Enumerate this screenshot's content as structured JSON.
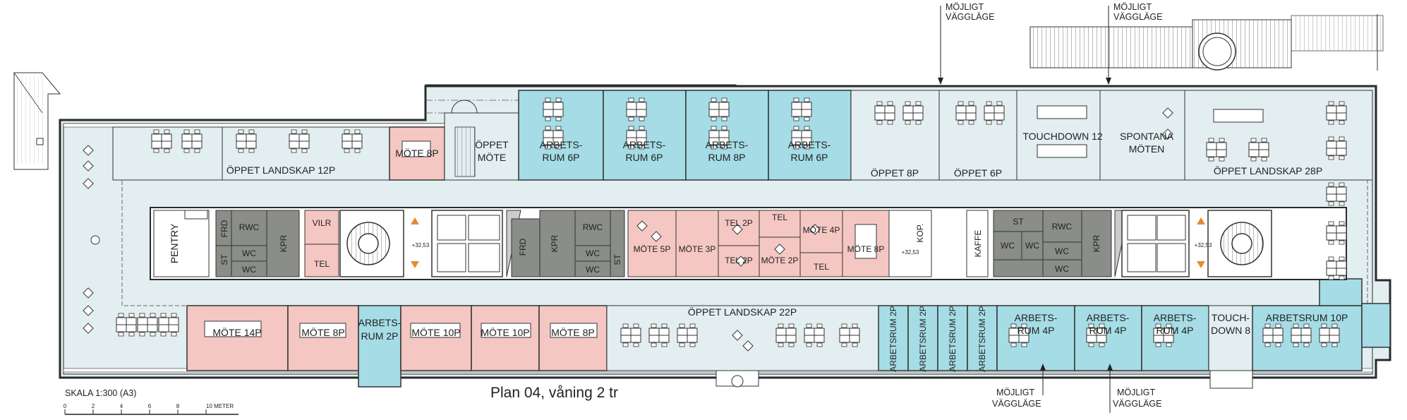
{
  "title": "Plan 04, våning 2 tr",
  "scale": {
    "label": "SKALA 1:300 (A3)",
    "ticks": [
      "0",
      "2",
      "4",
      "6",
      "8",
      "10 METER"
    ]
  },
  "notes": {
    "wall_option_line1": "MÖJLIGT",
    "wall_option_line2": "VÄGGLÄGE"
  },
  "level_marker": "+32,53",
  "colors": {
    "corridor": "#e3eef1",
    "workroom": "#a5dce5",
    "meeting": "#f4c7c3",
    "service": "#8a8d88",
    "line": "#2a2a2a"
  },
  "zones": {
    "open_12": "ÖPPET LANDSKAP 12P",
    "open_22": "ÖPPET LANDSKAP 22P",
    "open_28": "ÖPPET LANDSKAP 28P",
    "open_8": "ÖPPET 8P",
    "open_6": "ÖPPET 6P",
    "open_meet_1": "ÖPPET",
    "open_meet_2": "MÖTE",
    "touchdown_12": "TOUCHDOWN 12",
    "spontana_1": "SPONTANA",
    "spontana_2": "MÖTEN",
    "touchdown_8a": "TOUCH-",
    "touchdown_8b": "DOWN 8"
  },
  "rooms": {
    "mote_8p_north": "MÖTE 8P",
    "arbets_line1": "ARBETS-",
    "rum_6p": "RUM 6P",
    "rum_8p": "RUM 8P",
    "pentry": "PENTRY",
    "st": "ST",
    "frd": "FRD",
    "rwc": "RWC",
    "wc": "WC",
    "kpr": "KPR",
    "vilr": "VILR",
    "tel": "TEL",
    "mote_5p": "MÖTE 5P",
    "mote_3p": "MÖTE 3P",
    "tel_2p": "TEL 2P",
    "mote_2p": "MÖTE 2P",
    "mote_4p": "MÖTE 4P",
    "kop": "KOP.",
    "kaffe": "KAFFE",
    "mote_14p": "MÖTE 14P",
    "mote_8p": "MÖTE 8P",
    "mote_10p": "MÖTE 10P",
    "rum_2p": "RUM 2P",
    "arbetsrum_2p": "ARBETSRUM 2P",
    "rum_4p": "RUM 4P",
    "arbetsrum_10p": "ARBETSRUM 10P"
  }
}
